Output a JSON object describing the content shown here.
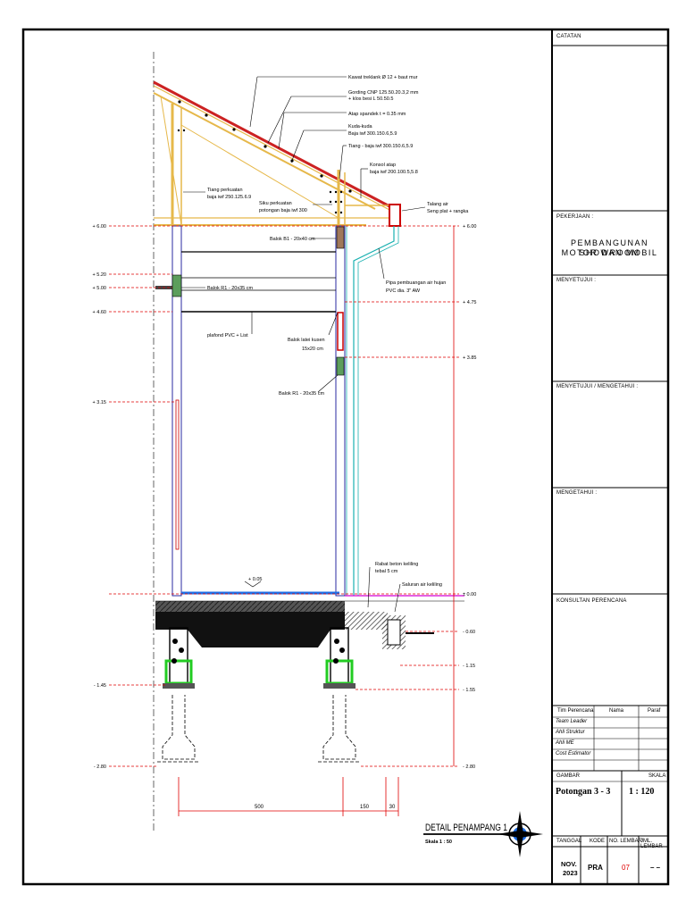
{
  "drawing": {
    "roof_notes": [
      "Kawat treklank Ø 12 + baut mur",
      "Gording CNP 125.50.20.3,2 mm",
      "+ klos besi L 50.50.5",
      "Atap spandek t = 0.35 mm",
      "Kuda-kuda",
      "Baja iwf 300.150.6,5.9",
      "Tiang - baja iwf 300.150.6,5.9",
      "Konsol atap",
      "baja iwf 200.100.5,5.8",
      "Talang air",
      "Seng plat + rangka",
      "Tiang perkuatan",
      "baja iwf 250.125.6.9",
      "Siku perkuatan",
      "potongan baja iwf 300"
    ],
    "member_notes": {
      "balok_b1": "Balok B1 - 20x40 cm",
      "balok_r1_left": "Balok R1 - 20x35 cm",
      "plafond": "plafond PVC + List",
      "balok_latei_1": "Balok latei kusen",
      "balok_latei_2": "15x20 cm",
      "balok_r1_right": "Balok R1 - 20x35 cm",
      "pipa_1": "Pipa pembuangan air hujan",
      "pipa_2": "PVC dia. 3\" AW",
      "rabat_1": "Rabat beton keliling",
      "rabat_2": "tebal 5 cm",
      "saluran": "Saluran air keliling"
    },
    "left_levels": [
      "+ 6.00",
      "+ 5.20",
      "+ 5.00",
      "+ 4.60",
      "+ 3.15",
      "- 1.45",
      "- 2.80"
    ],
    "right_levels": [
      "+ 6.00",
      "+ 4.75",
      "+ 3.85",
      "± 0.00",
      "- 0.60",
      "- 1.15",
      "- 1.55",
      "- 2.80"
    ],
    "floor_level": "+ 0.05",
    "dimensions": [
      "500",
      "150",
      "30"
    ],
    "title": "DETAIL PENAMPANG 1",
    "scale": "Skala   1 : 50"
  },
  "titleblock": {
    "catatan": "CATATAN",
    "pekerjaan": "PEKERJAAN :",
    "project_line1": "PEMBANGUNAN SHOWROOM",
    "project_line2": "MOTOR DAN MOBIL",
    "menyetujui": "MENYETUJUI :",
    "menyetujui_mengetahui": "MENYETUJUI / MENGETAHUI :",
    "mengetahui": "MENGETAHUI :",
    "konsultan": "KONSULTAN PERENCANA",
    "team_header": [
      "Tim Perencana",
      "Nama",
      "Paraf"
    ],
    "team_rows": [
      "Team Leader",
      "Ahli Struktur",
      "Ahli ME",
      "Cost Estimator"
    ],
    "gambar_label": "GAMBAR",
    "skala_label": "SKALA",
    "gambar_value": "Potongan 3 - 3",
    "skala_value": "1  :  120",
    "info_headers": [
      "TANGGAL",
      "KODE",
      "NO. LEMBAR",
      "JML. LEMBAR"
    ],
    "tanggal_1": "NOV.",
    "tanggal_2": "2023",
    "kode": "PRA",
    "no_lembar": "07",
    "jml_lembar": "– –"
  },
  "colors": {
    "roof_steel": "#e6b84a",
    "level_line": "#e00000",
    "structure": "#2a2aa0",
    "pipe": "#18b0b0",
    "footing_green": "#22cc22",
    "floor_blue": "#1e6ee6",
    "magenta": "#d400d4"
  }
}
